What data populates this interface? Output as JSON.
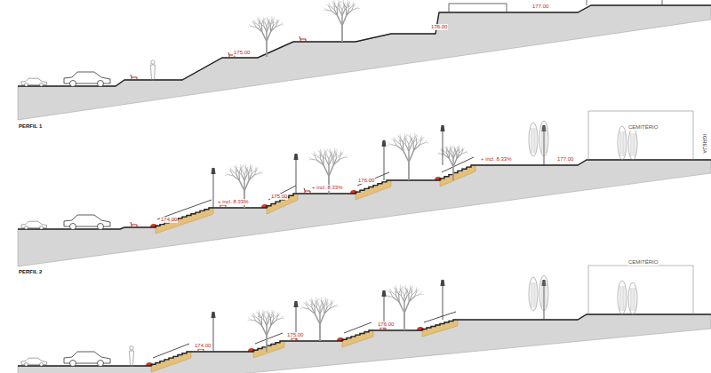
{
  "diagram": {
    "labels": [
      "176.00",
      "177.00",
      "175.00",
      "PERFIL 1",
      "174.00",
      "+ incl. 8.33%",
      "175.00",
      "+ incl. 8.33%",
      "176.00",
      "+ incl. 8.33%",
      "177.00",
      "CEMITÉRIO",
      "IGREJA",
      "PERFIL 2",
      "174.00",
      "175.00",
      "176.00",
      "CEMITÉRIO"
    ]
  }
}
